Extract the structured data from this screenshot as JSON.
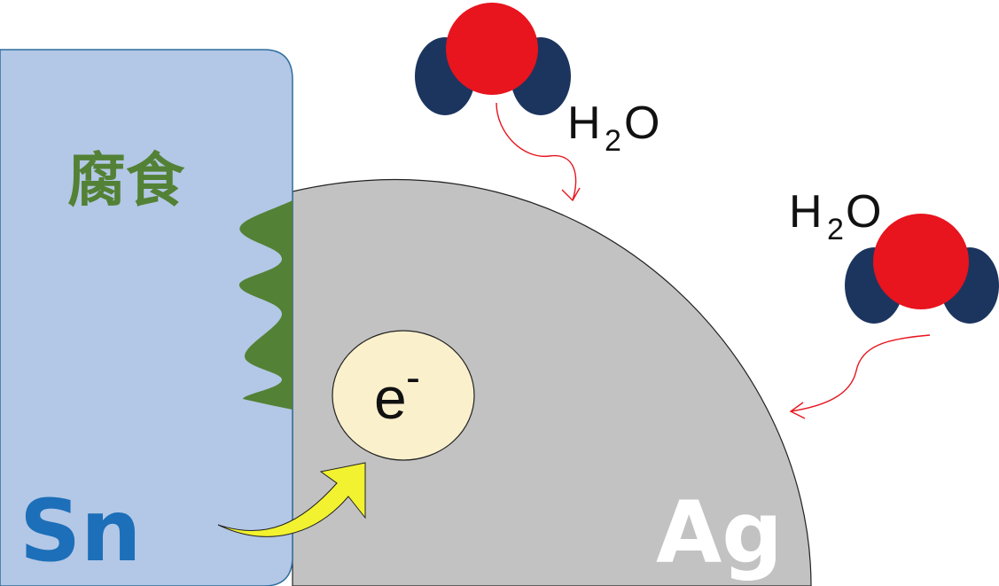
{
  "labels": {
    "tin": "Sn",
    "silver": "Ag",
    "corrosion": "腐食",
    "electron": "e",
    "electron_charge": "-",
    "water_1": {
      "h": "H",
      "sub": "2",
      "o": "O"
    },
    "water_2": {
      "h": "H",
      "sub": "2",
      "o": "O"
    }
  },
  "colors": {
    "tin_fill": "#b3c7e6",
    "tin_stroke": "#2e6e9e",
    "tin_label": "#1c6fb8",
    "silver_fill": "#c2c2c2",
    "silver_label": "#ffffff",
    "corrosion": "#538135",
    "electron_fill": "#fbf0cc",
    "arrow_fill": "#f2f230",
    "oxygen": "#e8141e",
    "hydrogen": "#1c355e",
    "reaction_arrow": "#e8141e"
  }
}
